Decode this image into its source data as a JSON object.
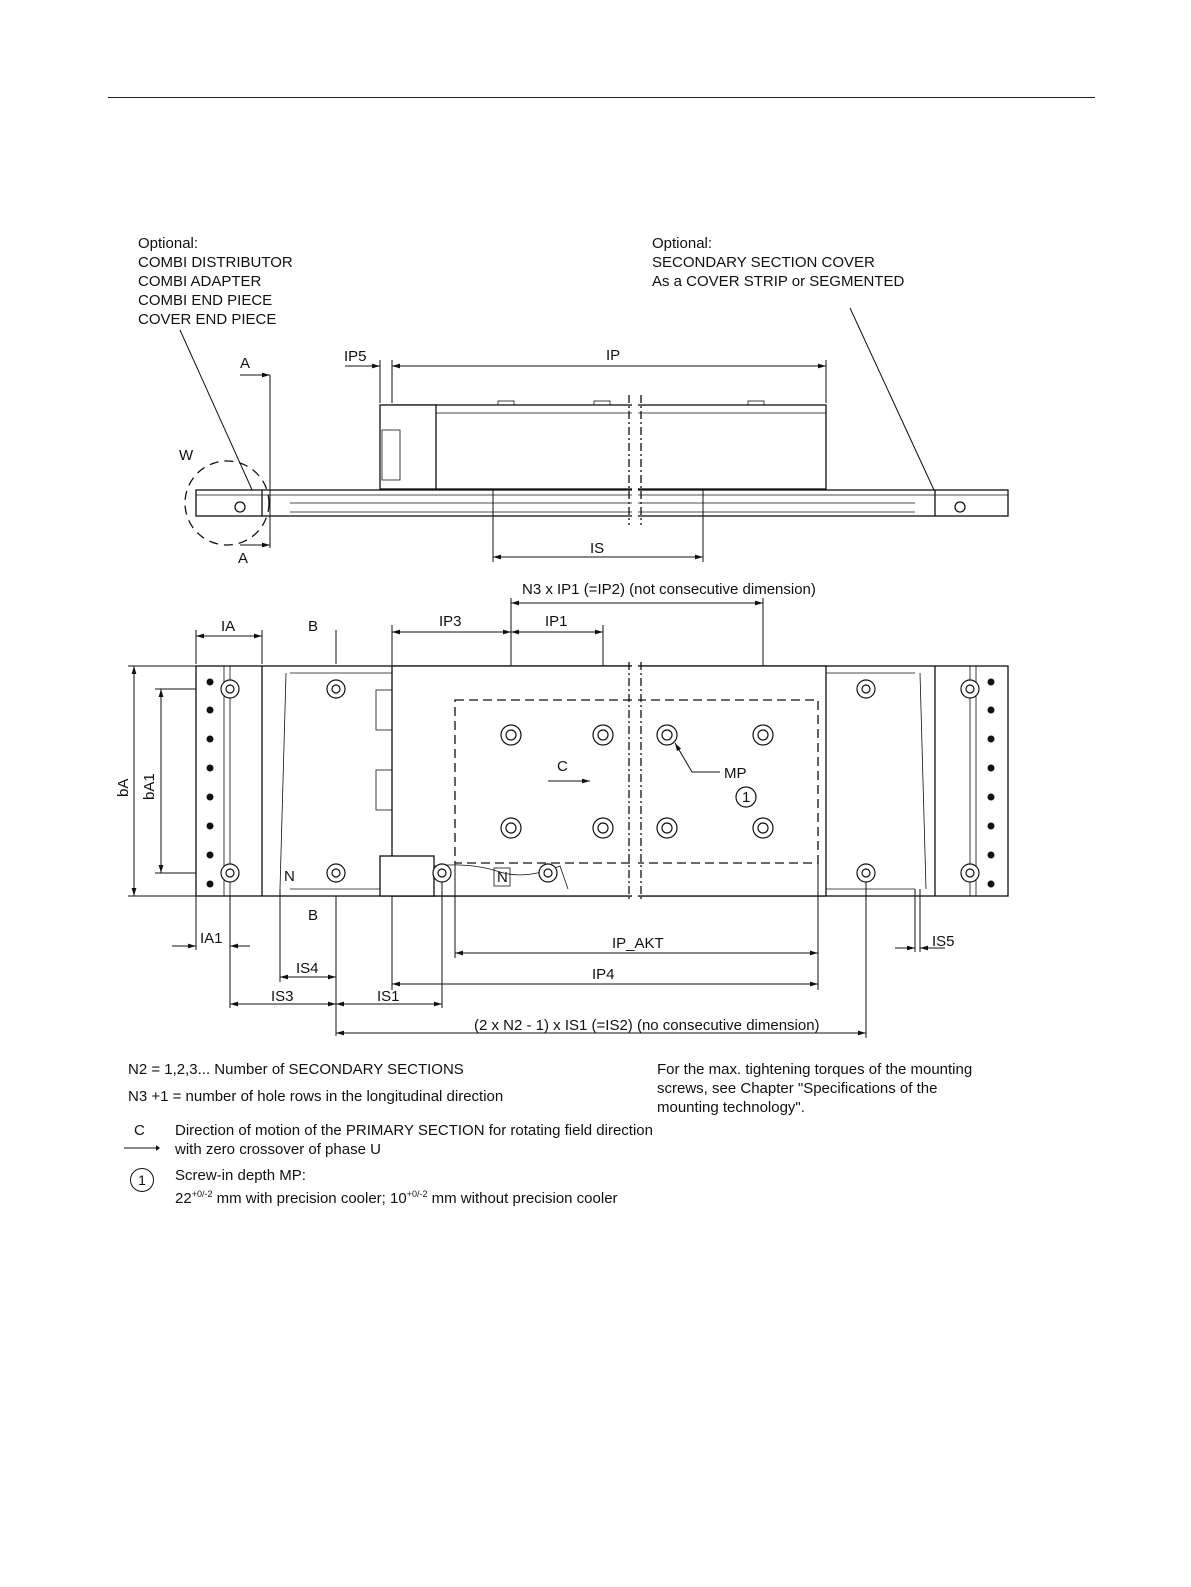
{
  "callouts": {
    "left": [
      "Optional:",
      "COMBI DISTRIBUTOR",
      "COMBI ADAPTER",
      "COMBI END PIECE",
      "COVER END PIECE"
    ],
    "right": [
      "Optional:",
      "SECONDARY SECTION COVER",
      "As a COVER STRIP or SEGMENTED"
    ]
  },
  "labels": {
    "A": "A",
    "B": "B",
    "W": "W",
    "C": "C",
    "N": "N",
    "MP": "MP",
    "one": "1",
    "IP5": "IP5",
    "IP": "IP",
    "IS": "IS",
    "N3_IP1": "N3 x IP1 (=IP2) (not consecutive dimension)",
    "IA": "IA",
    "IP3": "IP3",
    "IP1": "IP1",
    "bA": "bA",
    "bA1": "bA1",
    "IA1": "IA1",
    "IS4": "IS4",
    "IS3": "IS3",
    "IS1": "IS1",
    "IS5": "IS5",
    "IP_AKT": "IP_AKT",
    "IP4": "IP4",
    "N2_IS1": "(2 x N2 - 1) x IS1 (=IS2) (no consecutive dimension)"
  },
  "notes": {
    "n2": "N2 = 1,2,3... Number of SECONDARY SECTIONS",
    "n3": "N3 +1 = number of hole rows in the longitudinal direction",
    "torque": [
      "For the max. tightening torques of the mounting",
      "screws, see Chapter \"Specifications of the",
      "mounting technology\"."
    ],
    "c_symbol": "C",
    "c_text": [
      "Direction of motion of the PRIMARY SECTION for rotating field direction",
      "with zero crossover of phase U"
    ],
    "one_symbol": "1",
    "screw_title": "Screw-in depth MP:",
    "screw_a": "22",
    "screw_a_tol": "+0/-2",
    "screw_b": " mm with precision cooler; 10",
    "screw_b_tol": "+0/-2",
    "screw_c": " mm without precision cooler"
  }
}
